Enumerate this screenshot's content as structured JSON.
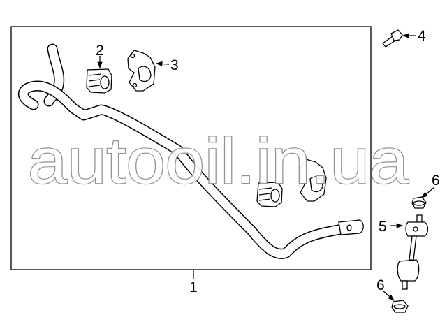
{
  "diagram": {
    "watermark": "autooil.in.ua",
    "callouts": [
      {
        "id": "1",
        "label": "1"
      },
      {
        "id": "2",
        "label": "2"
      },
      {
        "id": "3",
        "label": "3"
      },
      {
        "id": "4",
        "label": "4"
      },
      {
        "id": "5",
        "label": "5"
      },
      {
        "id": "6a",
        "label": "6"
      },
      {
        "id": "6b",
        "label": "6"
      }
    ]
  }
}
